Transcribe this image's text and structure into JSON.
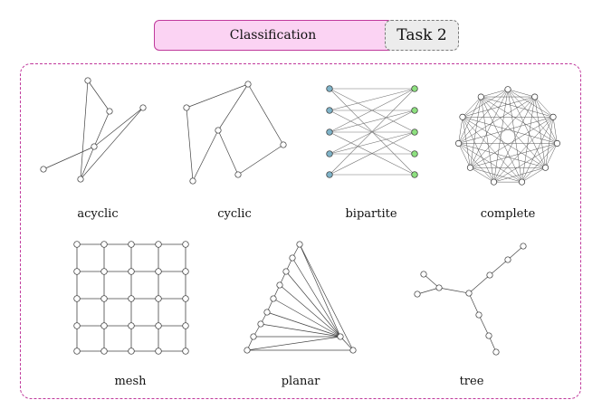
{
  "header": {
    "title": "Classification",
    "task": "Task 2"
  },
  "graphs": [
    {
      "id": "acyclic",
      "label": "acyclic"
    },
    {
      "id": "cyclic",
      "label": "cyclic"
    },
    {
      "id": "bipartite",
      "label": "bipartite"
    },
    {
      "id": "complete",
      "label": "complete"
    },
    {
      "id": "mesh",
      "label": "mesh"
    },
    {
      "id": "planar",
      "label": "planar"
    },
    {
      "id": "tree",
      "label": "tree"
    }
  ],
  "colors": {
    "header_fill": "#fbd3f3",
    "header_border": "#c0399c",
    "task_fill": "#ececec",
    "frame_border": "#c0399c",
    "bipartite_left": "#7fb3c8",
    "bipartite_right": "#8de07f"
  }
}
